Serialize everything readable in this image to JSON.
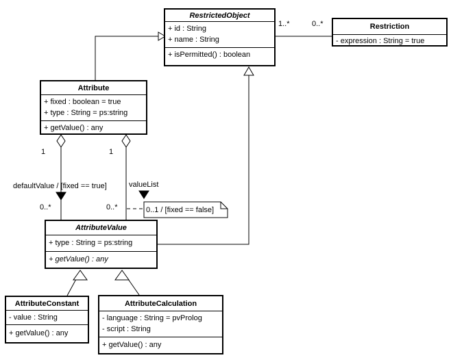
{
  "diagram_type": "uml-class-diagram",
  "colors": {
    "line": "#000000",
    "background": "#ffffff",
    "box_fill": "#ffffff"
  },
  "classes": {
    "restricted_object": {
      "name": "RestrictedObject",
      "abstract": true,
      "attributes": [
        "+ id : String",
        "+ name : String"
      ],
      "operations": [
        "+ isPermitted() : boolean"
      ]
    },
    "restriction": {
      "name": "Restriction",
      "abstract": false,
      "attributes": [
        "- expression : String = true"
      ],
      "operations": []
    },
    "attribute": {
      "name": "Attribute",
      "abstract": false,
      "attributes": [
        "+ fixed : boolean = true",
        "+ type : String = ps:string"
      ],
      "operations": [
        "+ getValue() : any"
      ]
    },
    "attribute_value": {
      "name": "AttributeValue",
      "abstract": true,
      "attributes": [
        "+ type : String = ps:string"
      ],
      "operations": [
        "+ getValue() : any"
      ]
    },
    "attribute_constant": {
      "name": "AttributeConstant",
      "abstract": false,
      "attributes": [
        "- value : String"
      ],
      "operations": [
        "+ getValue() : any"
      ]
    },
    "attribute_calculation": {
      "name": "AttributeCalculation",
      "abstract": false,
      "attributes": [
        "- language : String = pvProlog",
        "- script : String"
      ],
      "operations": [
        "+ getValue() : any"
      ]
    }
  },
  "associations": {
    "restricted_object_restriction": {
      "source_multiplicity": "1..*",
      "target_multiplicity": "0..*"
    },
    "default_value": {
      "name": "defaultValue / [fixed == true]",
      "source_multiplicity": "1",
      "target_multiplicity": "0..*"
    },
    "value_list": {
      "name": "valueList",
      "source_multiplicity": "1",
      "target_multiplicity": "0..*"
    }
  },
  "note": {
    "text": "0..1 / [fixed == false]"
  }
}
